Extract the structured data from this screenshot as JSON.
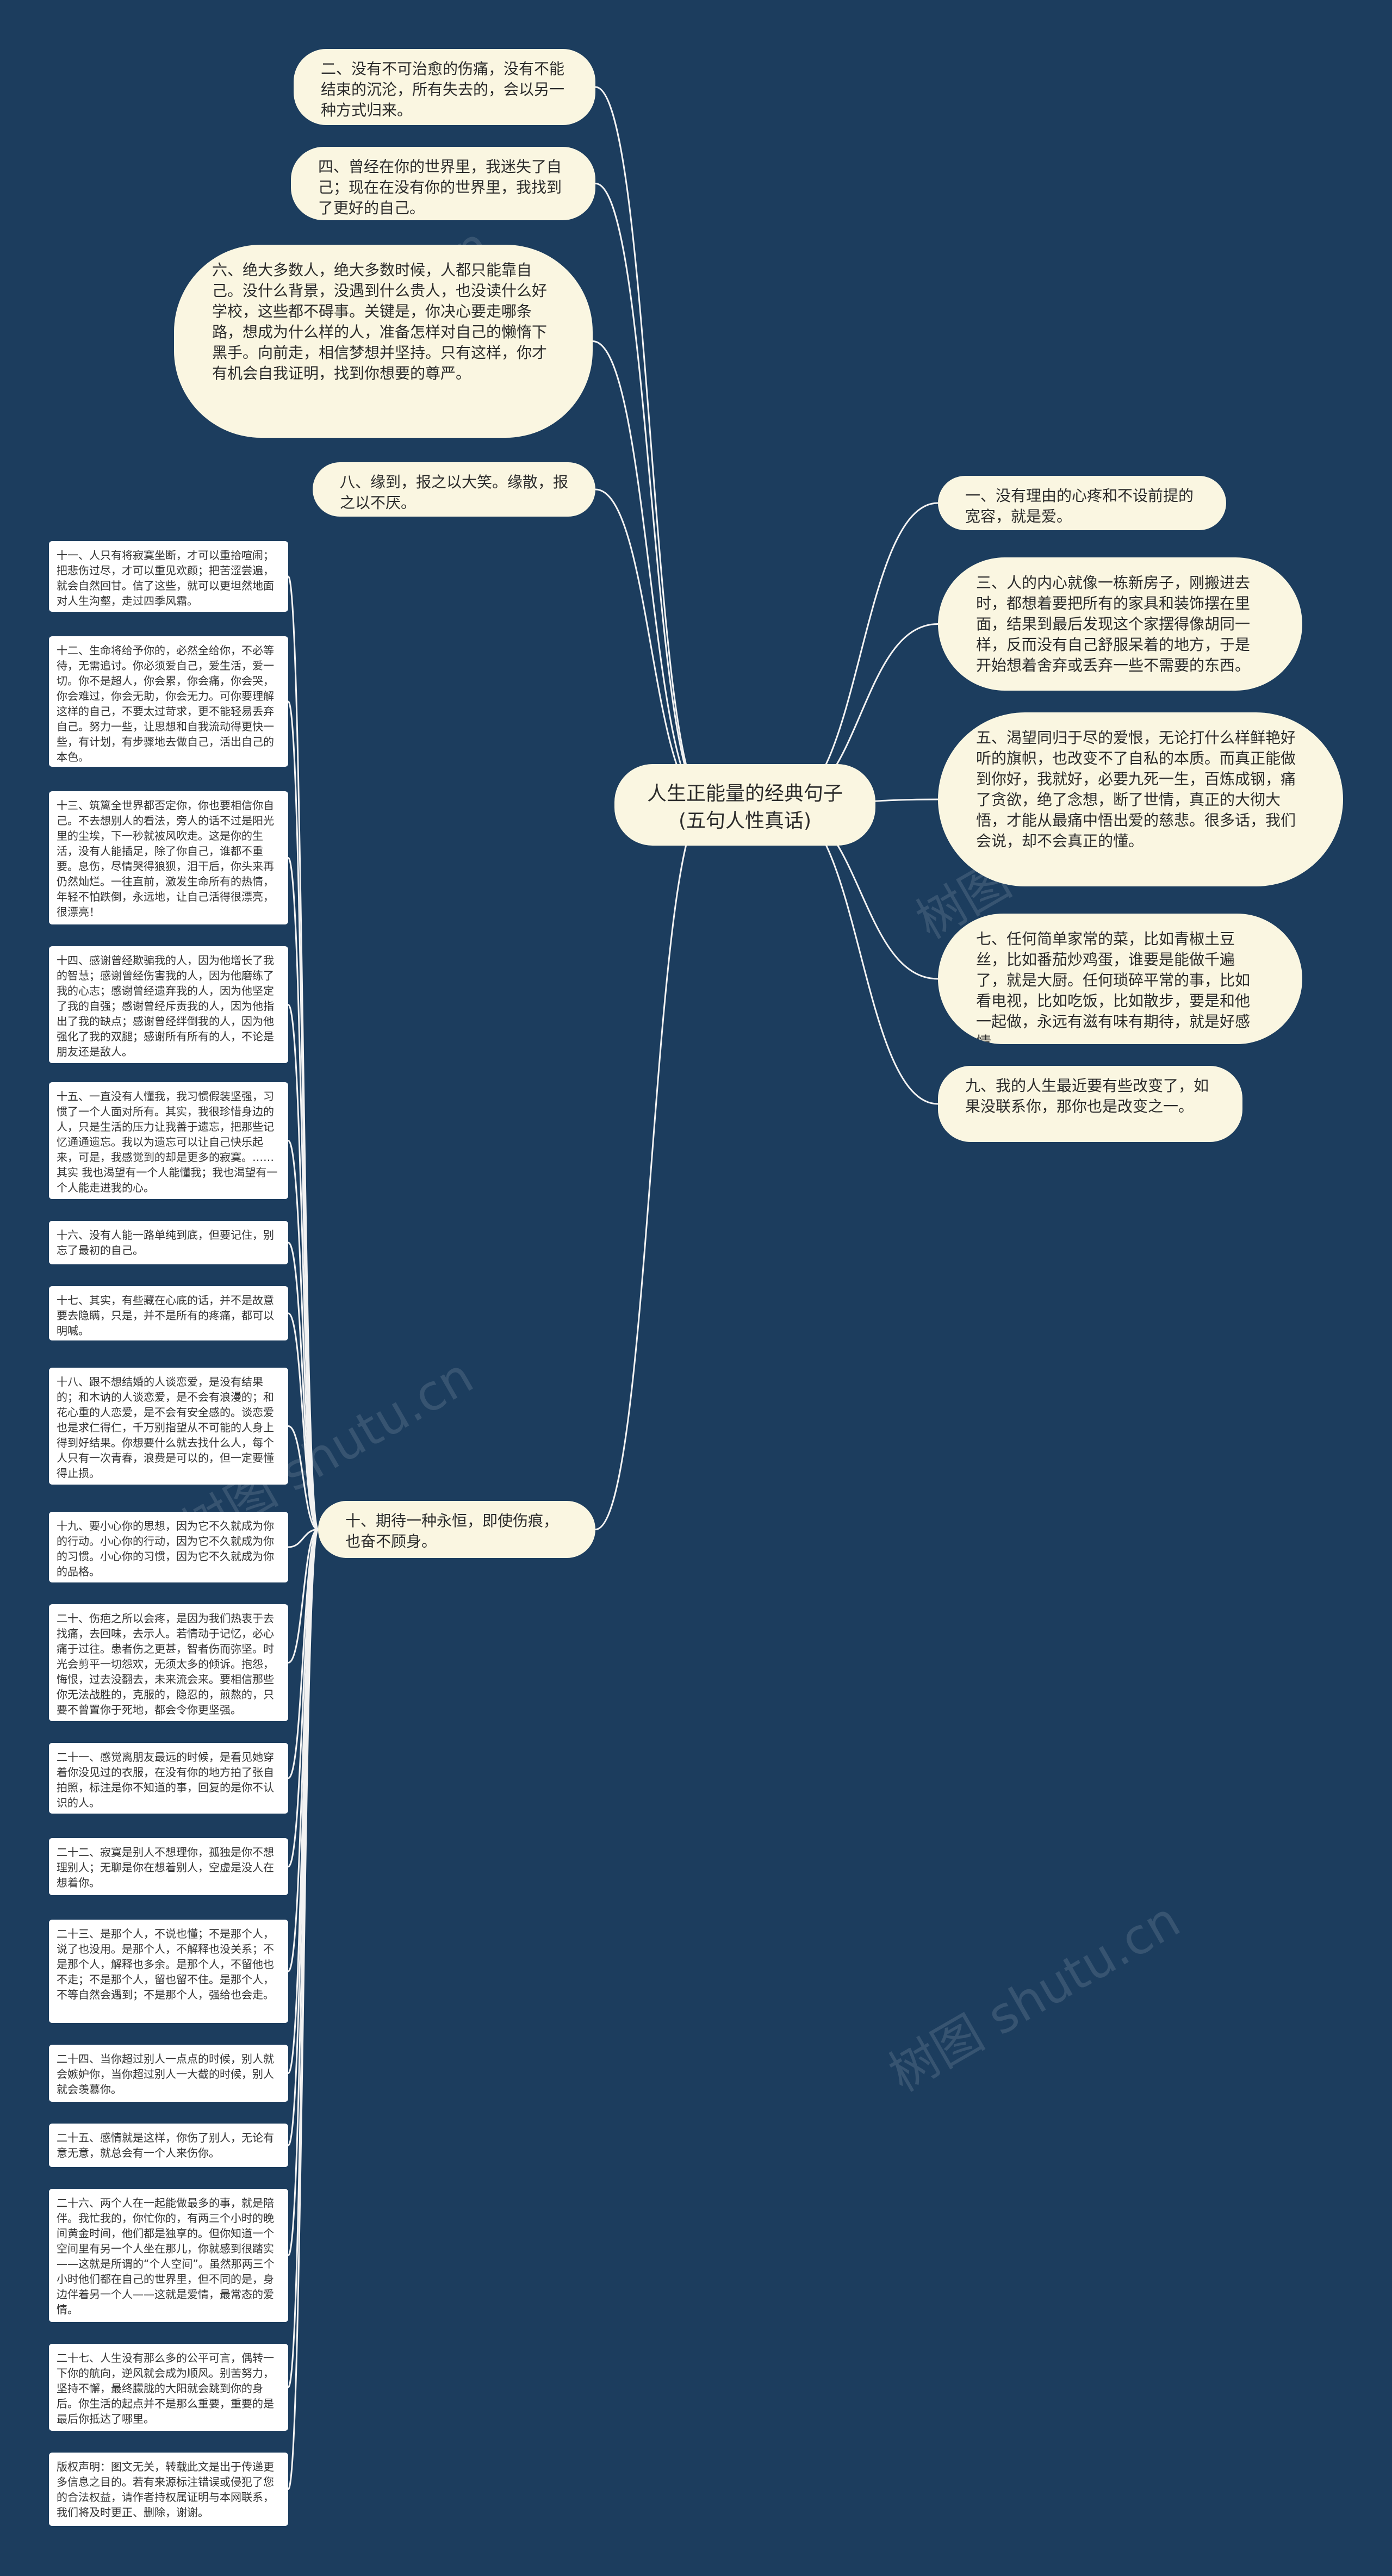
{
  "center": {
    "text": "人生正能量的经典句子(五句人性真话)"
  },
  "top_left": [
    {
      "text": "二、没有不可治愈的伤痛，没有不能结束的沉沦，所有失去的，会以另一种方式归来。"
    },
    {
      "text": "四、曾经在你的世界里，我迷失了自己；现在在没有你的世界里，我找到了更好的自己。"
    },
    {
      "text": "六、绝大多数人，绝大多数时候，人都只能靠自己。没什么背景，没遇到什么贵人，也没读什么好学校，这些都不碍事。关键是，你决心要走哪条路，想成为什么样的人，准备怎样对自己的懒惰下黑手。向前走，相信梦想并坚持。只有这样，你才有机会自我证明，找到你想要的尊严。"
    },
    {
      "text": "八、缘到，报之以大笑。缘散，报之以不厌。"
    }
  ],
  "right": [
    {
      "text": "一、没有理由的心疼和不设前提的宽容，就是爱。"
    },
    {
      "text": "三、人的内心就像一栋新房子，刚搬进去时，都想着要把所有的家具和装饰摆在里面，结果到最后发现这个家摆得像胡同一样，反而没有自己舒服呆着的地方，于是开始想着舍弃或丢弃一些不需要的东西。"
    },
    {
      "text": "五、渴望同归于尽的爱恨，无论打什么样鲜艳好听的旗帜，也改变不了自私的本质。而真正能做到你好，我就好，必要九死一生，百炼成钢，痛了贪欲，绝了念想，断了世情，真正的大彻大悟，才能从最痛中悟出爱的慈悲。很多话，我们会说，却不会真正的懂。"
    },
    {
      "text": "七、任何简单家常的菜，比如青椒土豆丝，比如番茄炒鸡蛋，谁要是能做千遍了，就是大厨。任何琐碎平常的事，比如看电视，比如吃饭，比如散步，要是和他一起做，永远有滋有味有期待，就是好感情。"
    },
    {
      "text": "九、我的人生最近要有些改变了，如果没联系你，那你也是改变之一。"
    }
  ],
  "ten": {
    "text": "十、期待一种永恒，即使伤痕，也奋不顾身。"
  },
  "cards": [
    {
      "text": "十一、人只有将寂寞坐断，才可以重拾喧闹；把悲伤过尽，才可以重见欢颜；把苦涩尝遍，就会自然回甘。信了这些，就可以更坦然地面对人生沟壑，走过四季风霜。"
    },
    {
      "text": "十二、生命将给予你的，必然全给你，不必等待，无需追讨。你必须爱自己，爱生活，爱一切。你不是超人，你会累，你会痛，你会哭，你会难过，你会无助，你会无力。可你要理解这样的自己，不要太过苛求，更不能轻易丢弃自己。努力一些，让思想和自我流动得更快一些，有计划，有步骤地去做自己，活出自己的本色。"
    },
    {
      "text": "十三、筑篱全世界都否定你，你也要相信你自己。不去想别人的看法，旁人的话不过是阳光里的尘埃，下一秒就被风吹走。这是你的生活，没有人能插足，除了你自己，谁都不重要。息伤，尽情哭得狼狈，泪干后，你头来再仍然灿烂。一往直前，激发生命所有的热情，年轻不怕跌倒，永远地，让自己活得很漂亮，很漂亮！"
    },
    {
      "text": "十四、感谢曾经欺骗我的人，因为他增长了我的智慧；感谢曾经伤害我的人，因为他磨练了我的心志；感谢曾经遗弃我的人，因为他坚定了我的自强；感谢曾经斥责我的人，因为他指出了我的缺点；感谢曾经绊倒我的人，因为他强化了我的双腿；感谢所有所有的人，不论是朋友还是敌人。"
    },
    {
      "text": "十五、一直没有人懂我，我习惯假装坚强，习惯了一个人面对所有。其实，我很珍惜身边的人，只是生活的压力让我善于遗忘，把那些记忆通通遗忘。我以为遗忘可以让自己快乐起来，可是，我感觉到的却是更多的寂寞。……其实 我也渴望有一个人能懂我；我也渴望有一个人能走进我的心。"
    },
    {
      "text": "十六、没有人能一路单纯到底，但要记住，别忘了最初的自己。"
    },
    {
      "text": "十七、其实，有些藏在心底的话，并不是故意要去隐瞒，只是，并不是所有的疼痛，都可以明喊。"
    },
    {
      "text": "十八、跟不想结婚的人谈恋爱，是没有结果的；和木讷的人谈恋爱，是不会有浪漫的；和花心重的人恋爱，是不会有安全感的。谈恋爱也是求仁得仁，千万别指望从不可能的人身上得到好结果。你想要什么就去找什么人，每个人只有一次青春，浪费是可以的，但一定要懂得止损。"
    },
    {
      "text": "十九、要小心你的思想，因为它不久就成为你的行动。小心你的行动，因为它不久就成为你的习惯。小心你的习惯，因为它不久就成为你的品格。"
    },
    {
      "text": "二十、伤疤之所以会疼，是因为我们热衷于去找痛，去回味，去示人。若情动于记忆，必心痛于过往。患者伤之更甚，智者伤而弥坚。时光会剪平一切怨欢，无须太多的倾诉。抱怨，悔恨，过去没翻去，未来流会来。要相信那些你无法战胜的，克服的，隐忍的，煎熬的，只要不曾置你于死地，都会令你更坚强。"
    },
    {
      "text": "二十一、感觉离朋友最远的时候，是看见她穿着你没见过的衣服，在没有你的地方拍了张自拍照，标注是你不知道的事，回复的是你不认识的人。"
    },
    {
      "text": "二十二、寂寞是别人不想理你，孤独是你不想理别人；无聊是你在想着别人，空虚是没人在想着你。"
    },
    {
      "text": "二十三、是那个人，不说也懂；不是那个人，说了也没用。是那个人，不解释也没关系；不是那个人，解释也多余。是那个人，不留他也不走；不是那个人，留也留不住。是那个人，不等自然会遇到；不是那个人，强给也会走。"
    },
    {
      "text": "二十四、当你超过别人一点点的时候，别人就会嫉妒你，当你超过别人一大截的时候，别人就会羡慕你。"
    },
    {
      "text": "二十五、感情就是这样，你伤了别人，无论有意无意，就总会有一个人来伤你。"
    },
    {
      "text": "二十六、两个人在一起能做最多的事，就是陪伴。我忙我的，你忙你的，有两三个小时的晚间黄金时间，他们都是独享的。但你知道一个空间里有另一个人坐在那儿，你就感到很踏实——这就是所谓的“个人空间”。虽然那两三个小时他们都在自己的世界里，但不同的是，身边伴着另一个人——这就是爱情，最常态的爱情。"
    },
    {
      "text": "二十七、人生没有那么多的公平可言，偶转一下你的航向，逆风就会成为顺风。别苦努力，坚持不懈，最终朦胧的大阳就会跳到你的身后。你生活的起点并不是那么重要，重要的是最后你抵达了哪里。"
    },
    {
      "text": "版权声明：图文无关，转载此文是出于传递更多信息之目的。若有来源标注错误或侵犯了您的合法权益，请作者持权属证明与本网联系，我们将及时更正、删除，谢谢。"
    }
  ],
  "watermark": {
    "text": "树图 shutu.cn"
  },
  "colors": {
    "background": "#1c3d5e",
    "node": "#faf6e1",
    "card": "#ffffff",
    "edge": "#f2f2f2"
  }
}
